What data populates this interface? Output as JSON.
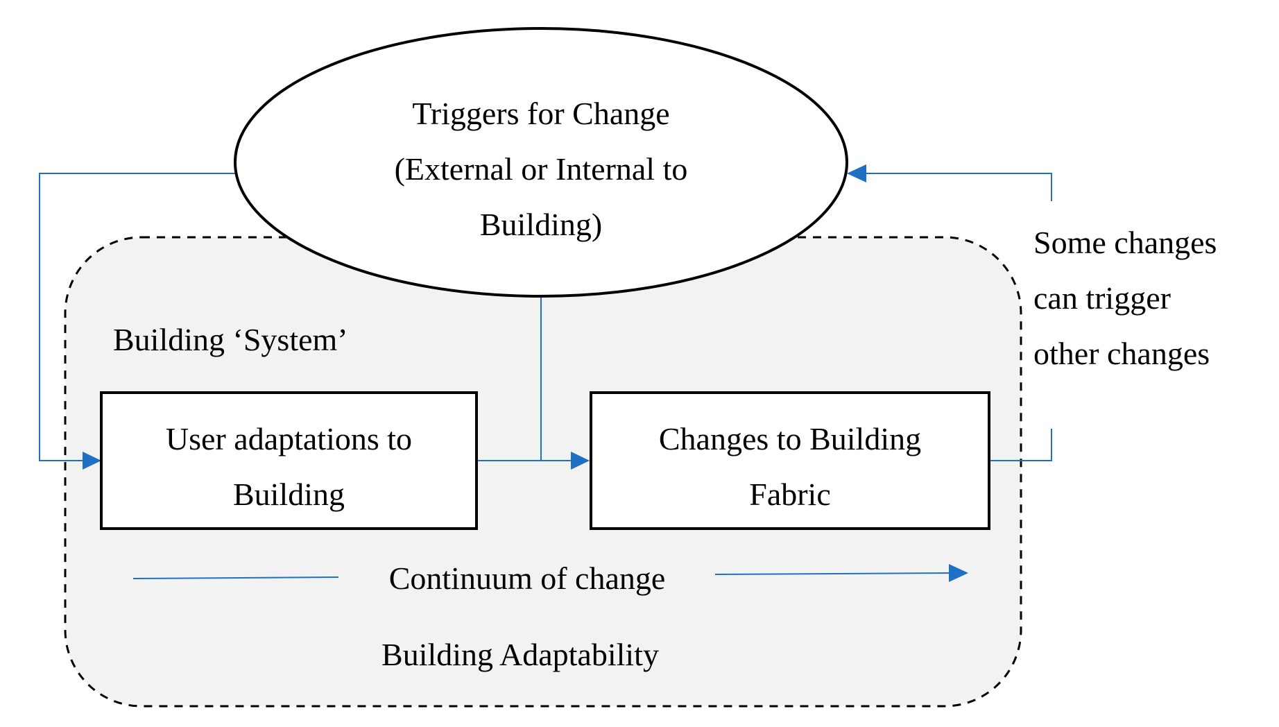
{
  "colors": {
    "connector": "#1f6fc5",
    "boundary_fill": "#f2f2f2",
    "stroke": "#000000"
  },
  "trigger": {
    "line1": "Triggers for Change",
    "line2": "(External or Internal to",
    "line3": "Building)"
  },
  "system_label": "Building ‘System’",
  "user_box": {
    "line1": "User adaptations to",
    "line2": "Building"
  },
  "fabric_box": {
    "line1": "Changes to Building",
    "line2": "Fabric"
  },
  "continuum_label": "Continuum of change",
  "boundary_label": "Building Adaptability",
  "feedback_note": {
    "line1": "Some changes",
    "line2": "can trigger",
    "line3": "other changes"
  }
}
